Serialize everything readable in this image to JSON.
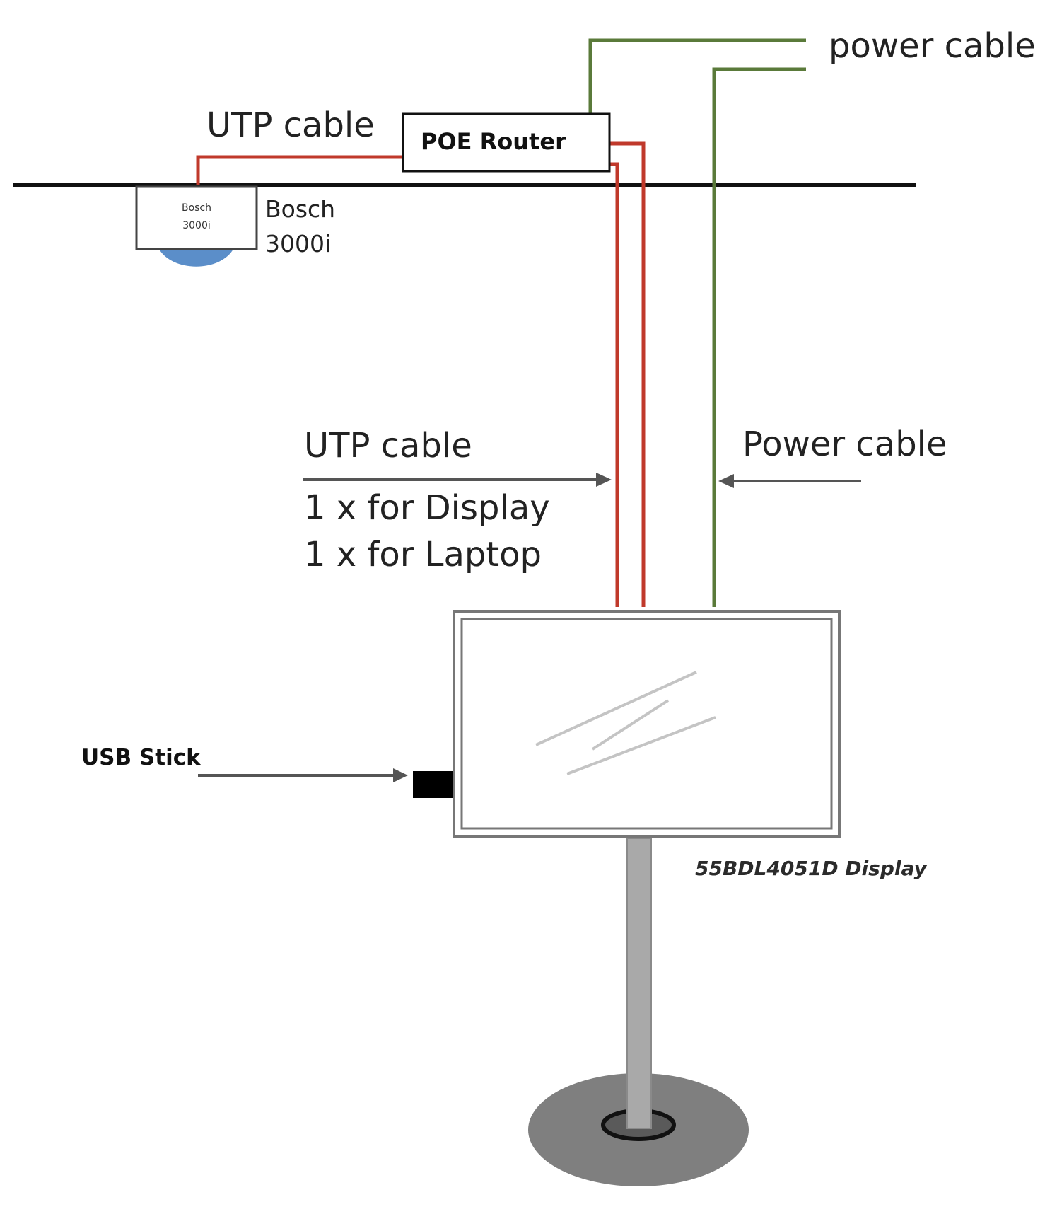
{
  "labels": {
    "power_cable_top": "power cable",
    "utp_cable_top": "UTP cable",
    "poe_router": "POE Router",
    "camera_box_line1": "Bosch",
    "camera_box_line2": "3000i",
    "camera_label_line1": "Bosch",
    "camera_label_line2": "3000i",
    "utp_cable_mid": "UTP cable",
    "for_display": "1 x for Display",
    "for_laptop": "1 x for Laptop",
    "power_cable_mid": "Power cable",
    "usb_stick": "USB Stick",
    "display_model": "55BDL4051D Display"
  },
  "colors": {
    "utp_cable": "#c0392b",
    "power_cable": "#5a7a3a",
    "ceiling": "#111111",
    "arrow": "#555555",
    "camera_dome": "#5b8ec9",
    "stand_pole": "#a9a9a9",
    "stand_base": "#7f7f7f"
  }
}
